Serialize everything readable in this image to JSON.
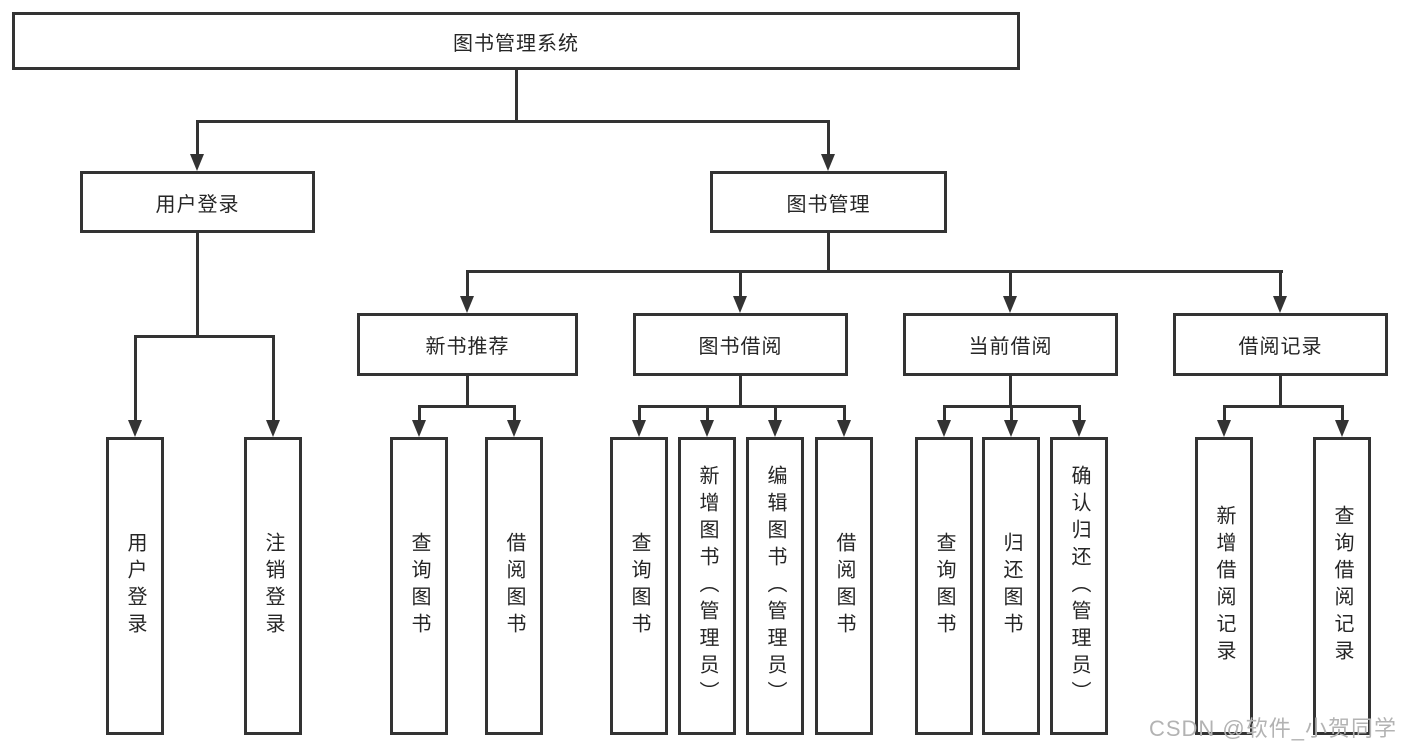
{
  "diagram": {
    "root": {
      "label": "图书管理系统"
    },
    "branches": [
      {
        "label": "用户登录",
        "children": [
          {
            "label": "用户登录"
          },
          {
            "label": "注销登录"
          }
        ]
      },
      {
        "label": "图书管理",
        "groups": [
          {
            "label": "新书推荐",
            "children": [
              {
                "label": "查询图书"
              },
              {
                "label": "借阅图书"
              }
            ]
          },
          {
            "label": "图书借阅",
            "children": [
              {
                "label": "查询图书"
              },
              {
                "label": "新增图书（管理员）"
              },
              {
                "label": "编辑图书（管理员）"
              },
              {
                "label": "借阅图书"
              }
            ]
          },
          {
            "label": "当前借阅",
            "children": [
              {
                "label": "查询图书"
              },
              {
                "label": "归还图书"
              },
              {
                "label": "确认归还（管理员）"
              }
            ]
          },
          {
            "label": "借阅记录",
            "children": [
              {
                "label": "新增借阅记录"
              },
              {
                "label": "查询借阅记录"
              }
            ]
          }
        ]
      }
    ]
  },
  "watermark": {
    "text": "CSDN @软件_小贺同学"
  },
  "colors": {
    "line": "#333333",
    "border": "#333333",
    "background": "#ffffff",
    "text": "#262626",
    "watermark": "#b3b3b3"
  }
}
